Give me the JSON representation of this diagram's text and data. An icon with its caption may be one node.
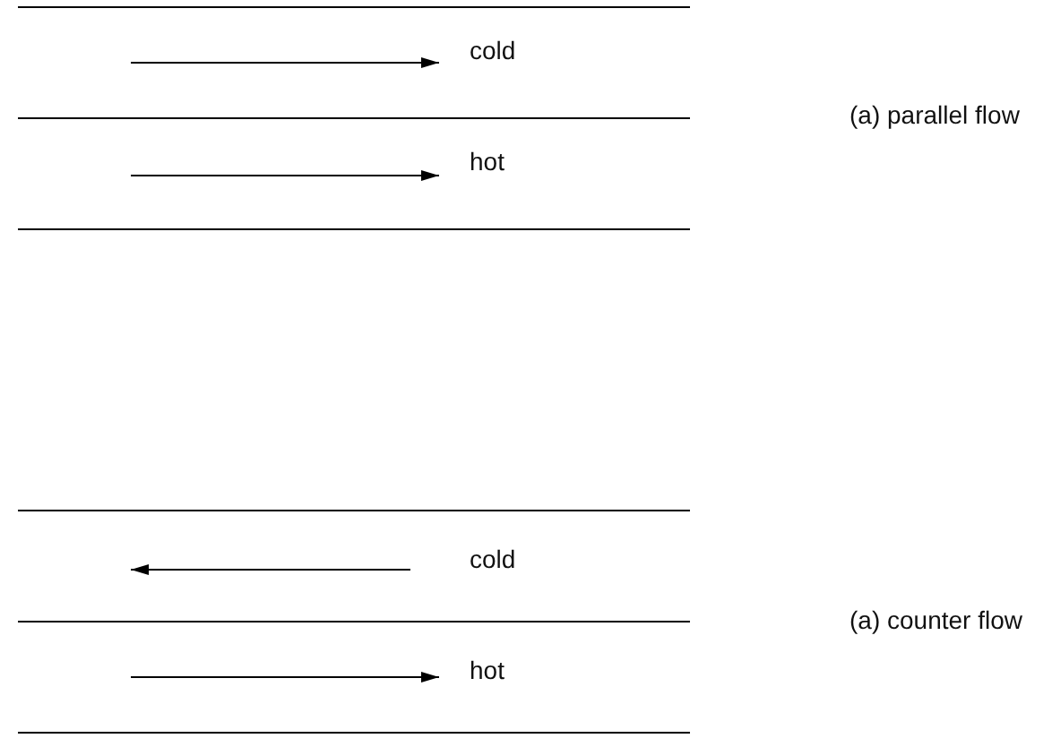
{
  "diagram": {
    "labels": [
      "cold",
      "hot",
      "(a) parallel flow",
      "cold",
      "hot",
      "(a) counter flow"
    ]
  }
}
